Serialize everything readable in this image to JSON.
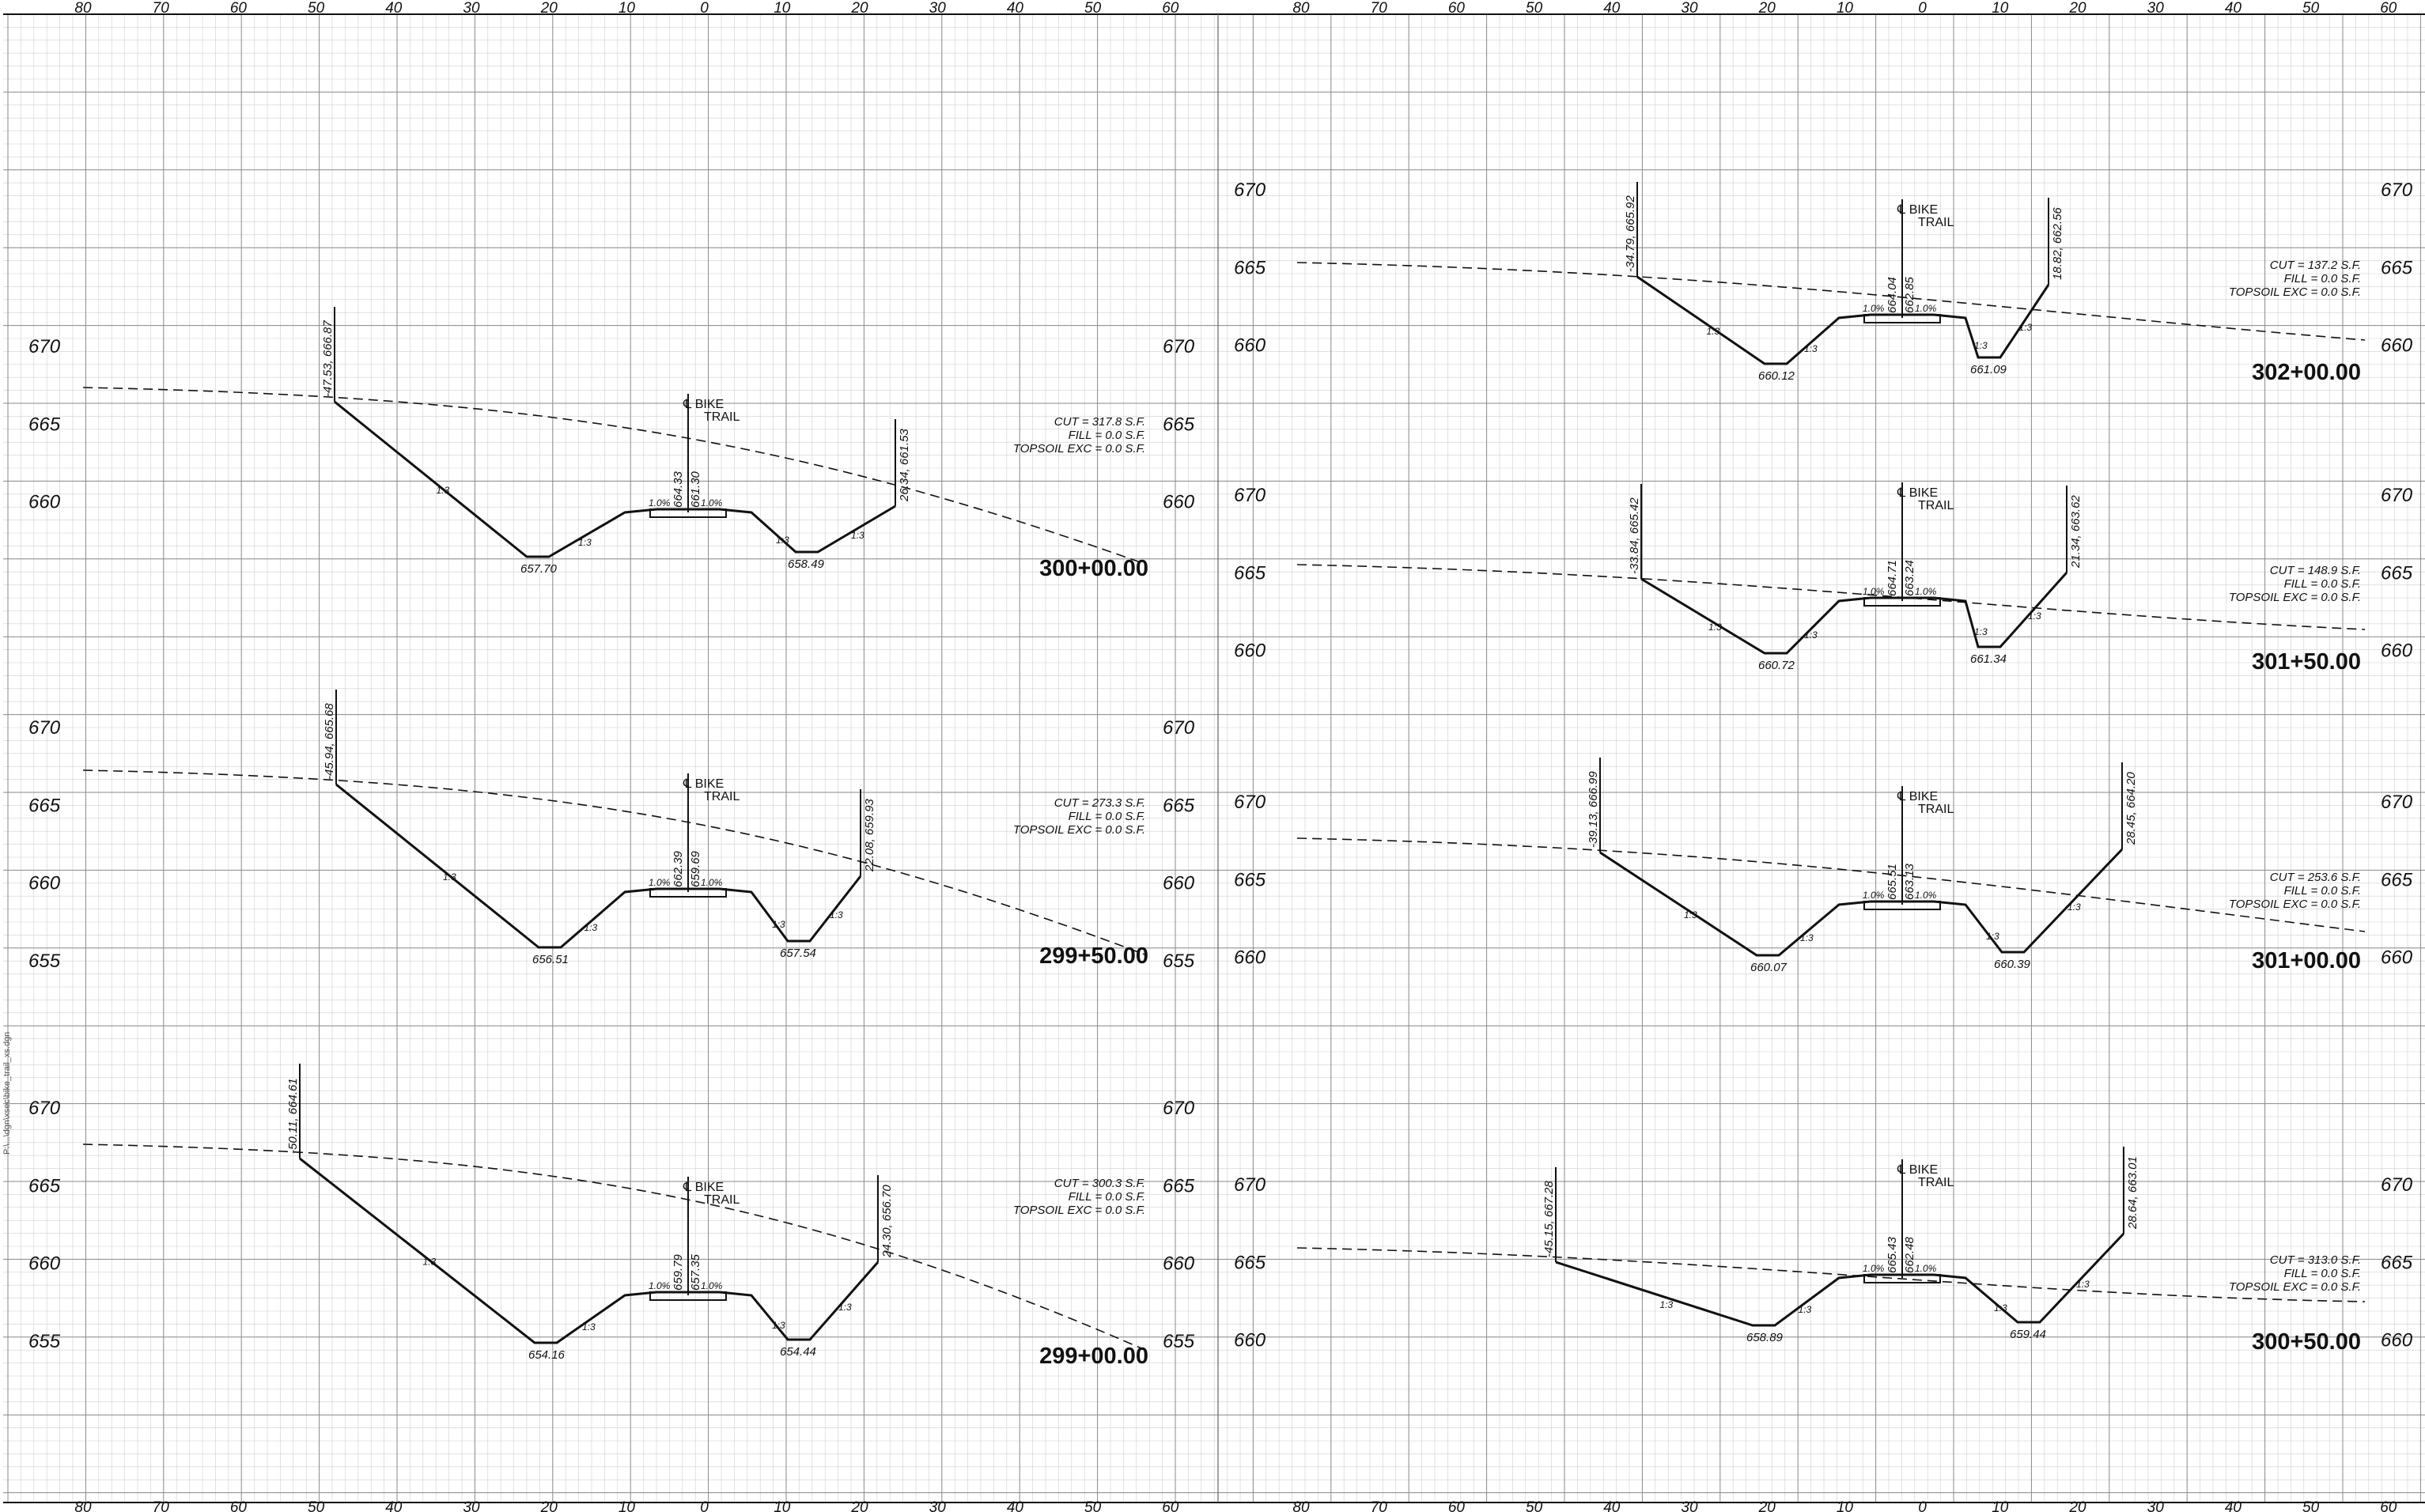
{
  "grid": {
    "offsets": [
      "80",
      "70",
      "60",
      "50",
      "40",
      "30",
      "20",
      "10",
      "0",
      "10",
      "20",
      "30",
      "40",
      "50",
      "60"
    ],
    "line_color": "#cfcfcf",
    "major_color": "#8a8a8a",
    "ink_color": "#111111"
  },
  "margin_note": "P:\\...\\dgn\\xsec\\bike_trail_xs.dgn",
  "sections": [
    {
      "station": "300+00.00",
      "elev_labels": [
        "670",
        "665",
        "660"
      ],
      "right_elev_labels": [
        "670",
        "665",
        "660"
      ],
      "quantities": [
        "CUT = 317.8 S.F.",
        "FILL = 0.0 S.F.",
        "TOPSOIL EXC = 0.0 S.F."
      ],
      "cl_label": [
        "℄ BIKE",
        "TRAIL"
      ],
      "left_catch": "-47.53, 666.87",
      "right_catch": "26.34, 661.53",
      "cl_elevs": [
        "664.33",
        "661.30"
      ],
      "left_ditch": "657.70",
      "right_ditch": "658.49",
      "slopes": [
        "1:3",
        "1:3",
        "1:3",
        "1:3"
      ],
      "cross_slopes": [
        "1.0%",
        "1.0%"
      ]
    },
    {
      "station": "299+50.00",
      "elev_labels": [
        "670",
        "665",
        "660",
        "655"
      ],
      "right_elev_labels": [
        "670",
        "665",
        "660",
        "655"
      ],
      "quantities": [
        "CUT = 273.3 S.F.",
        "FILL = 0.0 S.F.",
        "TOPSOIL EXC = 0.0 S.F."
      ],
      "cl_label": [
        "℄ BIKE",
        "TRAIL"
      ],
      "left_catch": "-45.94, 665.68",
      "right_catch": "22.08, 659.93",
      "cl_elevs": [
        "662.39",
        "659.69"
      ],
      "left_ditch": "656.51",
      "right_ditch": "657.54",
      "slopes": [
        "1:3",
        "1:3",
        "1:3",
        "1:3"
      ],
      "cross_slopes": [
        "1.0%",
        "1.0%"
      ]
    },
    {
      "station": "299+00.00",
      "elev_labels": [
        "670",
        "665",
        "660",
        "655"
      ],
      "right_elev_labels": [
        "670",
        "665",
        "660",
        "655"
      ],
      "quantities": [
        "CUT = 300.3 S.F.",
        "FILL = 0.0 S.F.",
        "TOPSOIL EXC = 0.0 S.F."
      ],
      "cl_label": [
        "℄ BIKE",
        "TRAIL"
      ],
      "left_catch": "-50.11, 664.61",
      "right_catch": "24.30, 656.70",
      "cl_elevs": [
        "659.79",
        "657.35"
      ],
      "left_ditch": "654.16",
      "right_ditch": "654.44",
      "slopes": [
        "1:3",
        "1:3",
        "1:3",
        "1:3"
      ],
      "cross_slopes": [
        "1.0%",
        "1.0%"
      ]
    },
    {
      "station": "302+00.00",
      "elev_labels": [
        "670",
        "665",
        "660"
      ],
      "right_elev_labels": [
        "670",
        "665",
        "660"
      ],
      "quantities": [
        "CUT = 137.2 S.F.",
        "FILL = 0.0 S.F.",
        "TOPSOIL EXC = 0.0 S.F."
      ],
      "cl_label": [
        "℄ BIKE",
        "TRAIL"
      ],
      "left_catch": "-34.79, 665.92",
      "right_catch": "18.82, 662.56",
      "cl_elevs": [
        "664.04",
        "662.85"
      ],
      "left_ditch": "660.12",
      "right_ditch": "661.09",
      "slopes": [
        "1:3",
        "1:3",
        "1:3",
        "1:3"
      ],
      "cross_slopes": [
        "1.0%",
        "1.0%"
      ]
    },
    {
      "station": "301+50.00",
      "elev_labels": [
        "670",
        "665",
        "660"
      ],
      "right_elev_labels": [
        "670",
        "665",
        "660"
      ],
      "quantities": [
        "CUT = 148.9 S.F.",
        "FILL = 0.0 S.F.",
        "TOPSOIL EXC = 0.0 S.F."
      ],
      "cl_label": [
        "℄ BIKE",
        "TRAIL"
      ],
      "left_catch": "-33.84, 665.42",
      "right_catch": "21.34, 663.62",
      "cl_elevs": [
        "664.71",
        "663.24"
      ],
      "left_ditch": "660.72",
      "right_ditch": "661.34",
      "slopes": [
        "1:3",
        "1:3",
        "1:3",
        "1:3"
      ],
      "cross_slopes": [
        "1.0%",
        "1.0%"
      ]
    },
    {
      "station": "301+00.00",
      "elev_labels": [
        "670",
        "665",
        "660"
      ],
      "right_elev_labels": [
        "670",
        "665",
        "660"
      ],
      "quantities": [
        "CUT = 253.6 S.F.",
        "FILL = 0.0 S.F.",
        "TOPSOIL EXC = 0.0 S.F."
      ],
      "cl_label": [
        "℄ BIKE",
        "TRAIL"
      ],
      "left_catch": "-39.13, 666.99",
      "right_catch": "28.45, 664.20",
      "cl_elevs": [
        "665.51",
        "663.13"
      ],
      "left_ditch": "660.07",
      "right_ditch": "660.39",
      "slopes": [
        "1:3",
        "1:3",
        "1:3",
        "1:3"
      ],
      "cross_slopes": [
        "1.0%",
        "1.0%"
      ]
    },
    {
      "station": "300+50.00",
      "elev_labels": [
        "670",
        "665",
        "660"
      ],
      "right_elev_labels": [
        "670",
        "665",
        "660"
      ],
      "quantities": [
        "CUT = 313.0 S.F.",
        "FILL = 0.0 S.F.",
        "TOPSOIL EXC = 0.0 S.F."
      ],
      "cl_label": [
        "℄ BIKE",
        "TRAIL"
      ],
      "left_catch": "-45.15, 667.28",
      "right_catch": "28.64, 663.01",
      "cl_elevs": [
        "665.43",
        "662.48"
      ],
      "left_ditch": "658.89",
      "right_ditch": "659.44",
      "slopes": [
        "1:3",
        "1:3",
        "1:3",
        "1:3"
      ],
      "cross_slopes": [
        "1.0%",
        "1.0%"
      ]
    }
  ]
}
